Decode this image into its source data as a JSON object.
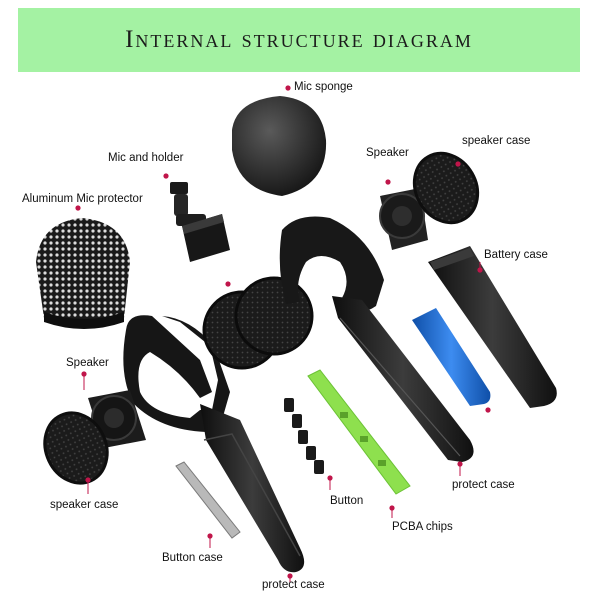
{
  "title": "Internal structure diagram",
  "labels": {
    "mic_sponge": "Mic sponge",
    "mic_holder": "Mic and holder",
    "aluminum": "Aluminum Mic protector",
    "speaker_top": "Speaker",
    "speaker_case_top": "speaker case",
    "battery": "Battery case",
    "speaker_left": "Speaker",
    "speaker_case_left": "speaker case",
    "button": "Button",
    "pcba": "PCBA chips",
    "protect_right": "protect case",
    "button_case": "Button case",
    "protect_bottom": "protect case"
  },
  "colors": {
    "banner": "#a4f2a3",
    "dot": "#c0154a",
    "part": "#1f1f1f",
    "pcb": "#8ee04e",
    "battery_cell": "#1f6fd6"
  }
}
